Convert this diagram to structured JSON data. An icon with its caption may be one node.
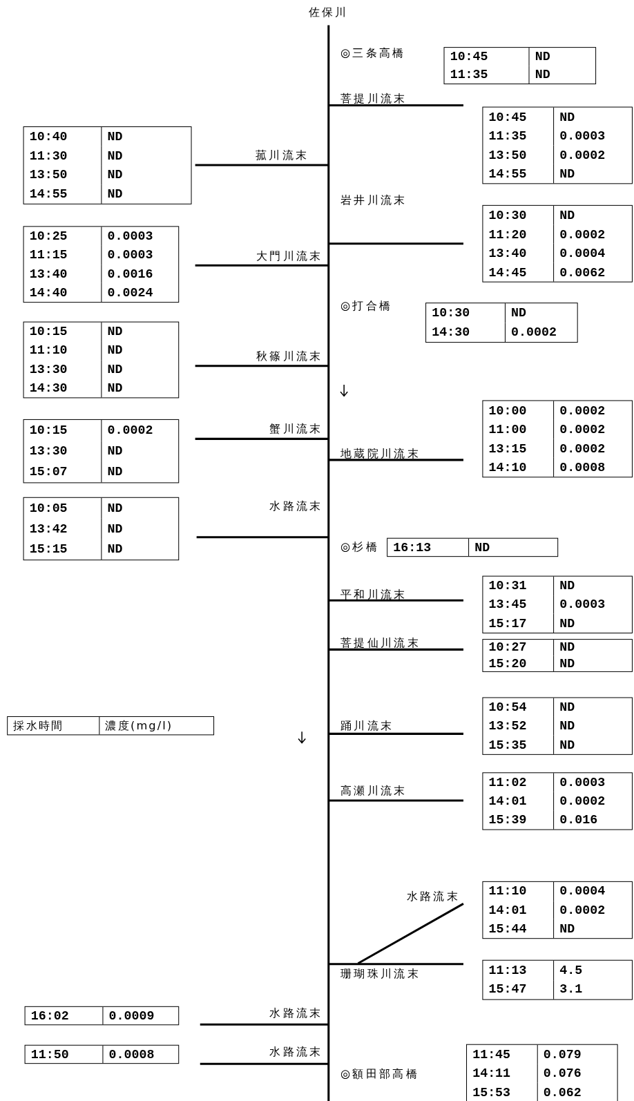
{
  "diagram": {
    "title": "佐保川",
    "nodes": [
      {
        "text": [
          "10:45",
          "ND",
          "11:35",
          "ND"
        ]
      },
      {
        "text": [
          "10:45",
          "ND",
          "11:35",
          "0.0003",
          "13:50",
          "0.0002",
          "14:55",
          "ND"
        ]
      },
      {
        "text": [
          "10:40",
          "ND",
          "11:30",
          "ND",
          "13:50",
          "ND",
          "14:55",
          "ND"
        ]
      },
      {
        "text": [
          "10:30",
          "ND",
          "11:20",
          "0.0002",
          "13:40",
          "0.0004",
          "14:45",
          "0.0062"
        ]
      },
      {
        "text": [
          "10:25",
          "0.0003",
          "11:15",
          "0.0003",
          "13:40",
          "0.0016",
          "14:40",
          "0.0024"
        ]
      },
      {
        "text": [
          "10:30",
          "ND",
          "14:30",
          "0.0002"
        ]
      },
      {
        "text": [
          "10:15",
          "ND",
          "11:10",
          "ND",
          "13:30",
          "ND",
          "14:30",
          "ND"
        ]
      },
      {
        "text": [
          "10:00",
          "0.0002",
          "11:00",
          "0.0002",
          "13:15",
          "0.0002",
          "14:10",
          "0.0008"
        ]
      },
      {
        "text": [
          "10:15",
          "0.0002",
          "13:30",
          "ND",
          "15:07",
          "ND"
        ]
      },
      {
        "text": [
          "10:05",
          "ND",
          "13:42",
          "ND",
          "15:15",
          "ND"
        ]
      },
      {
        "text": [
          "16:13",
          "ND"
        ]
      },
      {
        "text": [
          "10:31",
          "ND",
          "13:45",
          "0.0003",
          "15:17",
          "ND"
        ]
      },
      {
        "text": [
          "10:27",
          "ND",
          "15:20",
          "ND"
        ]
      },
      {
        "text": [
          "10:54",
          "ND",
          "13:52",
          "ND",
          "15:35",
          "ND"
        ]
      },
      {
        "text": [
          "採水時間",
          "濃度(mg/l)"
        ]
      },
      {
        "text": [
          "11:02",
          "0.0003",
          "14:01",
          "0.0002",
          "15:39",
          "0.016"
        ]
      },
      {
        "text": [
          "11:10",
          "0.0004",
          "14:01",
          "0.0002",
          "15:44",
          "ND"
        ]
      },
      {
        "text": [
          "11:13",
          "4.5",
          "15:47",
          "3.1"
        ]
      },
      {
        "text": [
          "16:02",
          "0.0009"
        ]
      },
      {
        "text": [
          "11:50",
          "0.0008"
        ]
      },
      {
        "text": [
          "11:45",
          "0.079",
          "14:11",
          "0.076",
          "15:53",
          "0.062"
        ]
      }
    ],
    "labels": [
      "◎三条高橋",
      "菩提川流末",
      "菰川流末",
      "岩井川流末",
      "大門川流末",
      "◎打合橋",
      "秋篠川流末",
      "蟹川流末",
      "地蔵院川流末",
      "水路流末",
      "◎杉橋",
      "平和川流末",
      "菩提仙川流末",
      "踊川流末",
      "高瀬川流末",
      "水路流末",
      "珊瑚珠川流末",
      "水路流末",
      "水路流末",
      "◎額田部高橋"
    ]
  }
}
